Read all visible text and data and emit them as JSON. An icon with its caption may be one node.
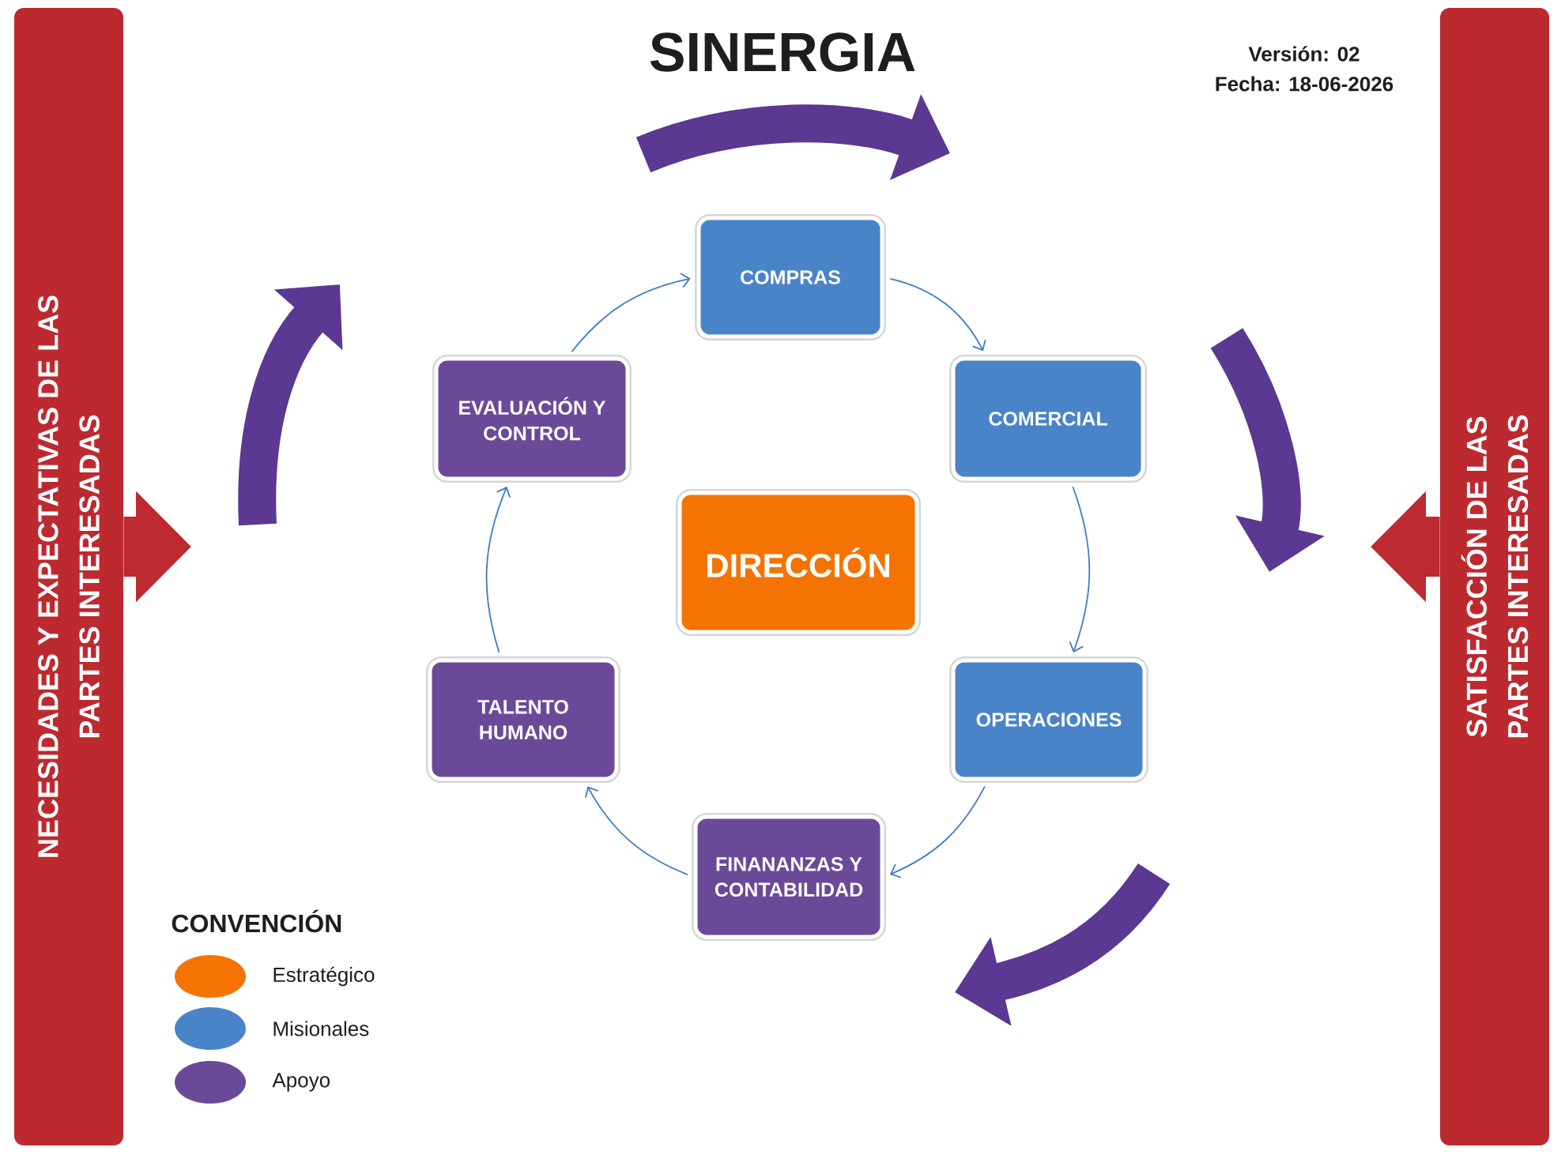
{
  "diagram": {
    "title": "SINERGIA",
    "nodes": [
      {
        "text": [
          "NECESIDADES Y EXPECTATIVAS DE LAS PARTES INTERESADAS"
        ]
      },
      {
        "text": [
          "SATISFACCIÓN DE LAS PARTES INTERESADAS"
        ]
      },
      {
        "text": [
          "COMPRAS"
        ]
      },
      {
        "text": [
          "EVALUACIÓN Y CONTROL"
        ]
      },
      {
        "text": [
          "COMERCIAL"
        ]
      },
      {
        "text": [
          "DIRECCIÓN"
        ]
      },
      {
        "text": [
          "TALENTO HUMANO"
        ]
      },
      {
        "text": [
          "OPERACIONES"
        ]
      },
      {
        "text": [
          "FINANANZAS Y CONTABILIDAD"
        ]
      }
    ],
    "edges": [
      {
        "from": 2,
        "to": 4,
        "arrow": "to"
      },
      {
        "from": 4,
        "to": 7,
        "arrow": "to"
      },
      {
        "from": 7,
        "to": 8,
        "arrow": "to"
      },
      {
        "from": 8,
        "to": 6,
        "arrow": "to"
      },
      {
        "from": 6,
        "to": 3,
        "arrow": "to"
      },
      {
        "from": 3,
        "to": 2,
        "arrow": "to"
      },
      {
        "from": 0,
        "to": null,
        "arrow": "to",
        "style": "thick",
        "color": "#bd2a30"
      },
      {
        "from": 1,
        "to": null,
        "arrow": "to",
        "style": "thick",
        "color": "#bd2a30"
      }
    ],
    "labels": [
      "Versión: 02",
      "Fecha: 18-06-2026",
      "CONVENCIÓN"
    ],
    "legend": [
      {
        "text": "Estratégico",
        "color": "#f57300"
      },
      {
        "text": "Misionales",
        "color": "#4a84c8"
      },
      {
        "text": "Apoyo",
        "color": "#6a4a98"
      }
    ]
  }
}
